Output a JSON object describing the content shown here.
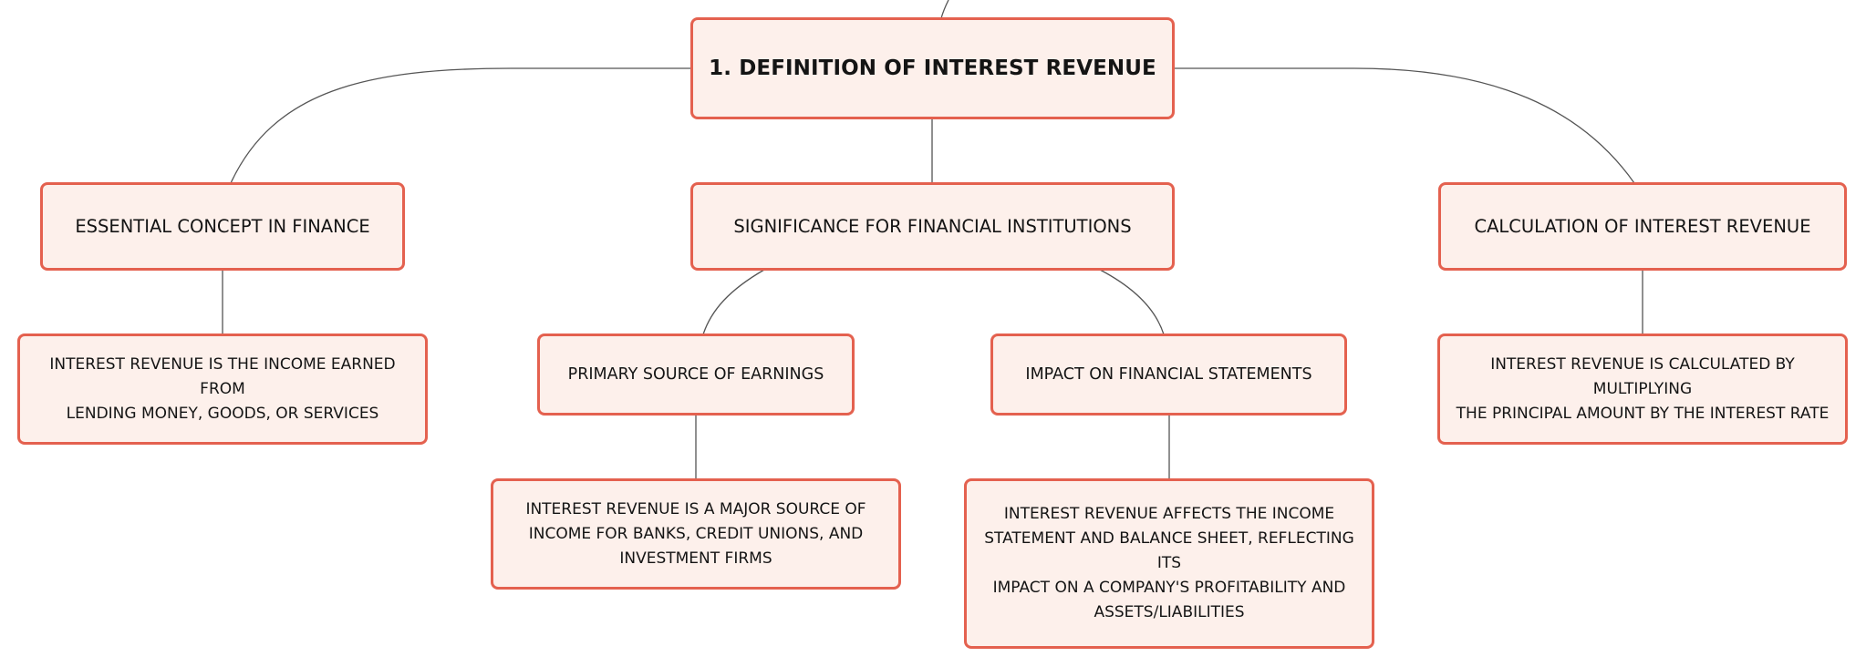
{
  "diagram": {
    "root": "1. DEFINITION OF INTEREST REVENUE",
    "branches": {
      "essential": {
        "title": "ESSENTIAL CONCEPT IN FINANCE",
        "detail": "INTEREST REVENUE IS THE INCOME EARNED FROM\nLENDING MONEY, GOODS, OR SERVICES"
      },
      "significance": {
        "title": "SIGNIFICANCE FOR FINANCIAL INSTITUTIONS",
        "primary": {
          "title": "PRIMARY SOURCE OF EARNINGS",
          "detail": "INTEREST REVENUE IS A MAJOR SOURCE OF\nINCOME FOR BANKS, CREDIT UNIONS, AND\nINVESTMENT FIRMS"
        },
        "impact": {
          "title": "IMPACT ON FINANCIAL STATEMENTS",
          "detail": "INTEREST REVENUE AFFECTS THE INCOME\nSTATEMENT AND BALANCE SHEET, REFLECTING ITS\nIMPACT ON A COMPANY'S PROFITABILITY AND\nASSETS/LIABILITIES"
        }
      },
      "calculation": {
        "title": "CALCULATION OF INTEREST REVENUE",
        "detail": "INTEREST REVENUE IS CALCULATED BY MULTIPLYING\nTHE PRINCIPAL AMOUNT BY THE INTEREST RATE"
      }
    },
    "colors": {
      "node_fill": "#fdf0eb",
      "node_border": "#e4614f",
      "connector": "#555555",
      "text": "#141414"
    }
  }
}
